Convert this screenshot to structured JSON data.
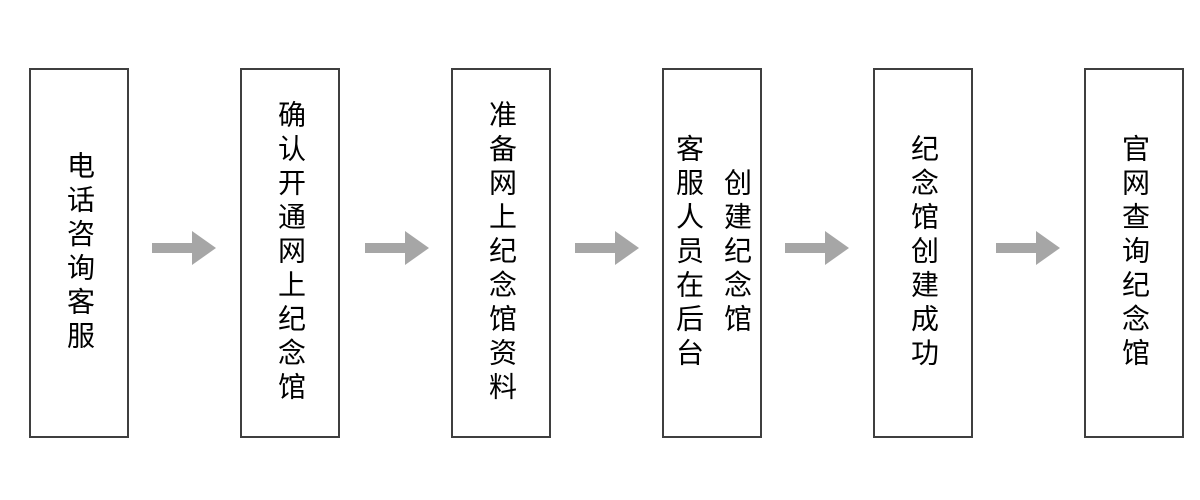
{
  "flow": {
    "steps": [
      {
        "id": "step-1",
        "lines": [
          "电话咨询客服"
        ]
      },
      {
        "id": "step-2",
        "lines": [
          "确认开通网上纪念馆"
        ]
      },
      {
        "id": "step-3",
        "lines": [
          "准备网上纪念馆资料"
        ]
      },
      {
        "id": "step-4",
        "lines": [
          "客服人员在后台",
          "创建纪念馆"
        ]
      },
      {
        "id": "step-5",
        "lines": [
          "纪念馆创建成功"
        ]
      },
      {
        "id": "step-6",
        "lines": [
          "官网查询纪念馆"
        ]
      }
    ],
    "colors": {
      "arrow": "#a6a6a6",
      "box_border": "#3f3f3f",
      "text": "#000000",
      "background": "#ffffff"
    }
  }
}
